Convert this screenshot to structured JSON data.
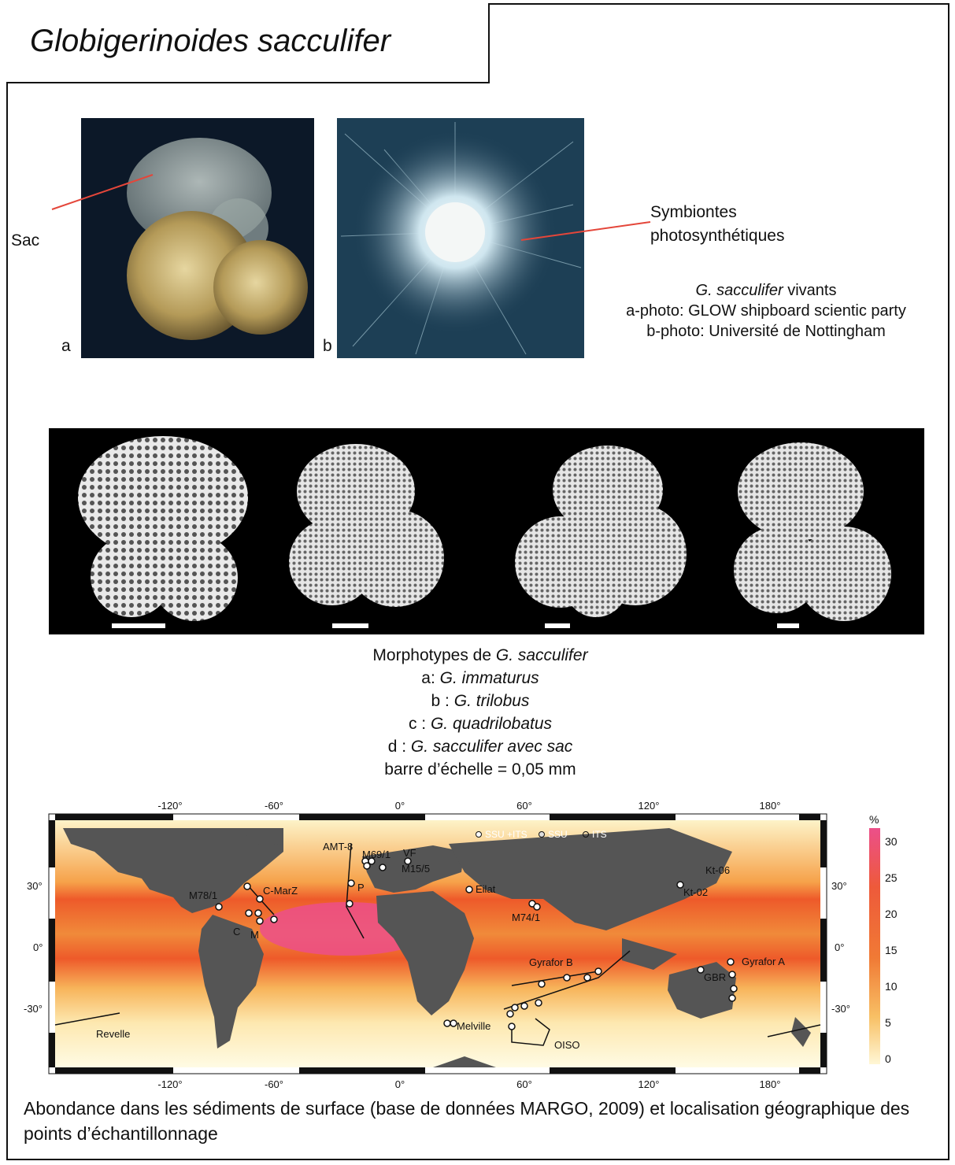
{
  "title": "Globigerinoides sacculifer",
  "photos": {
    "label_a": "a",
    "label_b": "b",
    "annotation_sac": "Sac",
    "annotation_symb_line1": "Symbiontes",
    "annotation_symb_line2": "photosynthétiques"
  },
  "photo_caption": {
    "species": "G. sacculifer",
    "species_rest": " vivants",
    "line2": "a-photo: GLOW shipboard scientic party",
    "line3": "b-photo: Université de Nottingham"
  },
  "morphotypes": {
    "heading_prefix": "Morphotypes de ",
    "heading_species": "G. sacculifer",
    "items": [
      {
        "prefix": "a: ",
        "name": "G. immaturus"
      },
      {
        "prefix": "b : ",
        "name": "G. trilobus"
      },
      {
        "prefix": "c : ",
        "name": "G. quadrilobatus"
      },
      {
        "prefix": "d : ",
        "name": "G. sacculifer avec sac"
      }
    ],
    "scale": "barre d’échelle = 0,05 mm"
  },
  "map": {
    "top_ticks": [
      "-120°",
      "-60°",
      "0°",
      "60°",
      "120°",
      "180°"
    ],
    "bottom_ticks": [
      "-120°",
      "-60°",
      "0°",
      "60°",
      "120°",
      "180°"
    ],
    "left_ticks": [
      "30°",
      "0°",
      "-30°"
    ],
    "right_ticks": [
      "30°",
      "0°",
      "-30°"
    ],
    "legend_items": [
      "SSU +ITS",
      "SSU",
      "ITS"
    ],
    "sites": [
      "AMT-8",
      "M69/1",
      "VF",
      "M15/5",
      "P",
      "C-MarZ",
      "M78/1",
      "C",
      "M",
      "Eilat",
      "M74/1",
      "Kt-06",
      "Kt-02",
      "Gyrafor B",
      "Gyrafor A",
      "GBR",
      "Melville",
      "OISO",
      "Revelle"
    ],
    "colorbar_unit": "%",
    "colorbar_ticks": [
      "30",
      "25",
      "20",
      "15",
      "10",
      "5",
      "0"
    ]
  },
  "caption": "Abondance dans les sédiments de surface (base de données MARGO, 2009) et localisation géographique des points d’échantillonnage"
}
